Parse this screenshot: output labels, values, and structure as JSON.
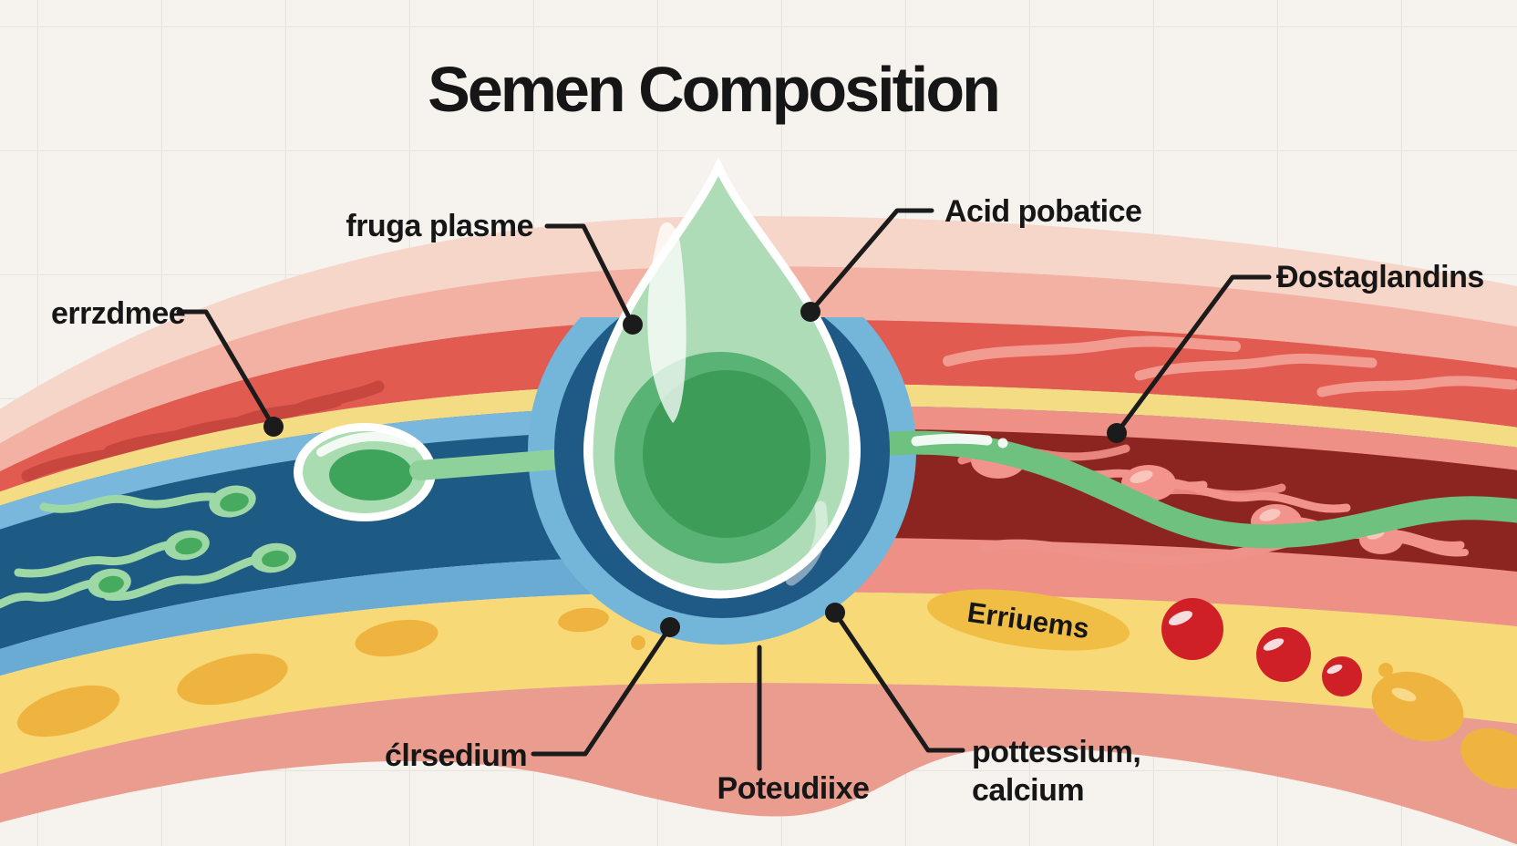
{
  "title": "Semen Composition",
  "labels": {
    "top_left": "fruga plasme",
    "top_right": "Acid pobatice",
    "right": "Đostaglandins",
    "left": "errzdmee",
    "band_right": "Erriuems",
    "bottom_left": "ćlrsedium",
    "bottom_center": "Poteudiixe",
    "bottom_right_1": "pottessium,",
    "bottom_right_2": "calcium"
  },
  "colors": {
    "background": "#f6f3ee",
    "grid": "#e9e4db",
    "text": "#161616",
    "leader": "#1b1b1b",
    "band_pale_pink": "#f7d6ca",
    "band_salmon": "#f3b1a3",
    "band_red": "#e25b51",
    "squiggle_dark_red": "#c7473f",
    "squiggle_pink": "#f29b90",
    "band_yellow_thin": "#f4dc85",
    "band_blue_dark": "#1d5a84",
    "band_blue_light": "#79b8dc",
    "band_blue_mid": "#69abd3",
    "band_pink_right": "#ef9086",
    "band_maroon": "#8c2420",
    "band_yellow": "#f8d978",
    "gold_blob": "#efb440",
    "band_salmon_bottom": "#ea9d8f",
    "droplet_light": "#aedcb6",
    "droplet_mid": "#58b375",
    "droplet_dark": "#3c9c58",
    "sperm_green_light": "#9ed8a6",
    "sperm_green_dark": "#46ab5e",
    "tail_green": "#6fc180",
    "sperm_pink": "#f2938c",
    "red_cell": "#ce2026"
  }
}
